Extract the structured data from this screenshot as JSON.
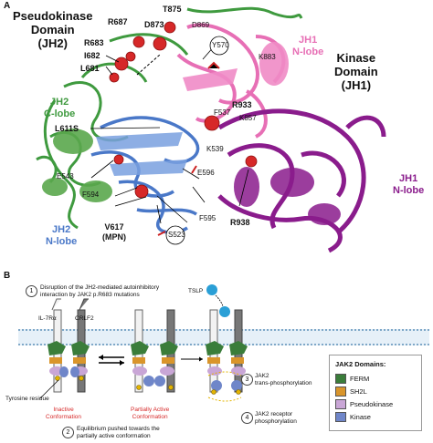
{
  "panel_a": {
    "letter": "A",
    "domain_jh2": "Pseudokinase\nDomain\n(JH2)",
    "domain_jh1": "Kinase\nDomain\n(JH1)",
    "jh2_clobe": "JH2\nC-lobe",
    "jh2_nlobe": "JH2\nN-lobe",
    "jh1_nlobe_top": "JH1\nN-lobe",
    "jh1_nlobe_right": "JH1\nN-lobe",
    "residues": {
      "R687": "R687",
      "T875": "T875",
      "D873": "D873",
      "D869": "D869",
      "R683": "R683",
      "I682": "I682",
      "L681": "L681",
      "Y570": "Y570",
      "K883": "K883",
      "F537": "F537",
      "R933": "R933",
      "K857": "K857",
      "L611S": "L611S",
      "K539": "K539",
      "E543": "E543",
      "E596": "E596",
      "F594": "F594",
      "F595": "F595",
      "V617": "V617\n(MPN)",
      "S523": "S523",
      "R938": "R938"
    }
  },
  "panel_b": {
    "letter": "B",
    "step1": "Disruption of the JH2-mediated autoinhibitory\ninteraction by JAK2 p.R683 mutations",
    "step2": "Equilibrium pushed towards the\npartially active conformation",
    "step3": "JAK2\ntrans-phosphorylation",
    "step4": "JAK2 receptor\nphosphorylation",
    "step_numbers": [
      "1",
      "2",
      "3",
      "4"
    ],
    "il7ra": "IL-7Rα",
    "crlf2": "CRLF2",
    "tslp": "TSLP",
    "tyrosine": "Tyrosine residue",
    "inactive": "Inactive\nConformation",
    "partial": "Partially Active\nConformation",
    "legend_title": "JAK2 Domains:",
    "legend": [
      {
        "label": "FERM",
        "color": "#3a7d3a"
      },
      {
        "label": "SH2L",
        "color": "#d9952b"
      },
      {
        "label": "Pseudokinase",
        "color": "#c9a6d6"
      },
      {
        "label": "Kinase",
        "color": "#6f86c9"
      }
    ],
    "accent_red": "#d62828"
  }
}
